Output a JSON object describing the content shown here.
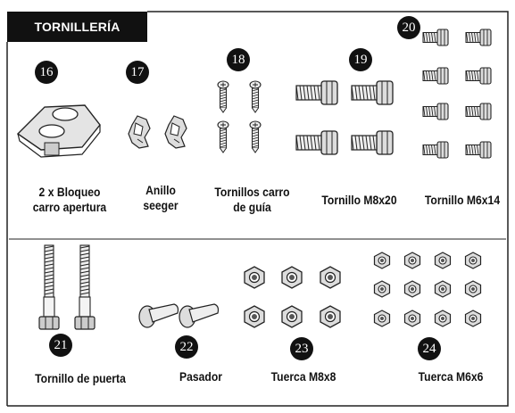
{
  "header": {
    "title": "TORNILLERÍA"
  },
  "items": [
    {
      "num": "16",
      "line1": "2 x Bloqueo",
      "line2": "carro apertura"
    },
    {
      "num": "17",
      "line1": "Anillo",
      "line2": "seeger"
    },
    {
      "num": "18",
      "line1": "Tornillos carro",
      "line2": "de guía"
    },
    {
      "num": "19",
      "line1": "Tornillo M8x20"
    },
    {
      "num": "20",
      "line1": "Tornillo M6x14"
    },
    {
      "num": "21",
      "line1": "Tornillo de puerta"
    },
    {
      "num": "22",
      "line1": "Pasador"
    },
    {
      "num": "23",
      "line1": "Tuerca M8x8"
    },
    {
      "num": "24",
      "line1": "Tuerca M6x6"
    }
  ]
}
